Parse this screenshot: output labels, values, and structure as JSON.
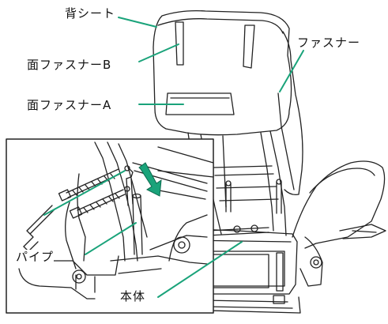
{
  "labels": {
    "back_sheet": "背シート",
    "fastener": "ファスナー",
    "hook_tape_b": "面ファスナーB",
    "hook_tape_a": "面ファスナーA",
    "pipe": "パイプ",
    "body": "本体"
  },
  "colors": {
    "leader": "#1aa37a",
    "arrow": "#1aa37a",
    "line": "#222222"
  }
}
